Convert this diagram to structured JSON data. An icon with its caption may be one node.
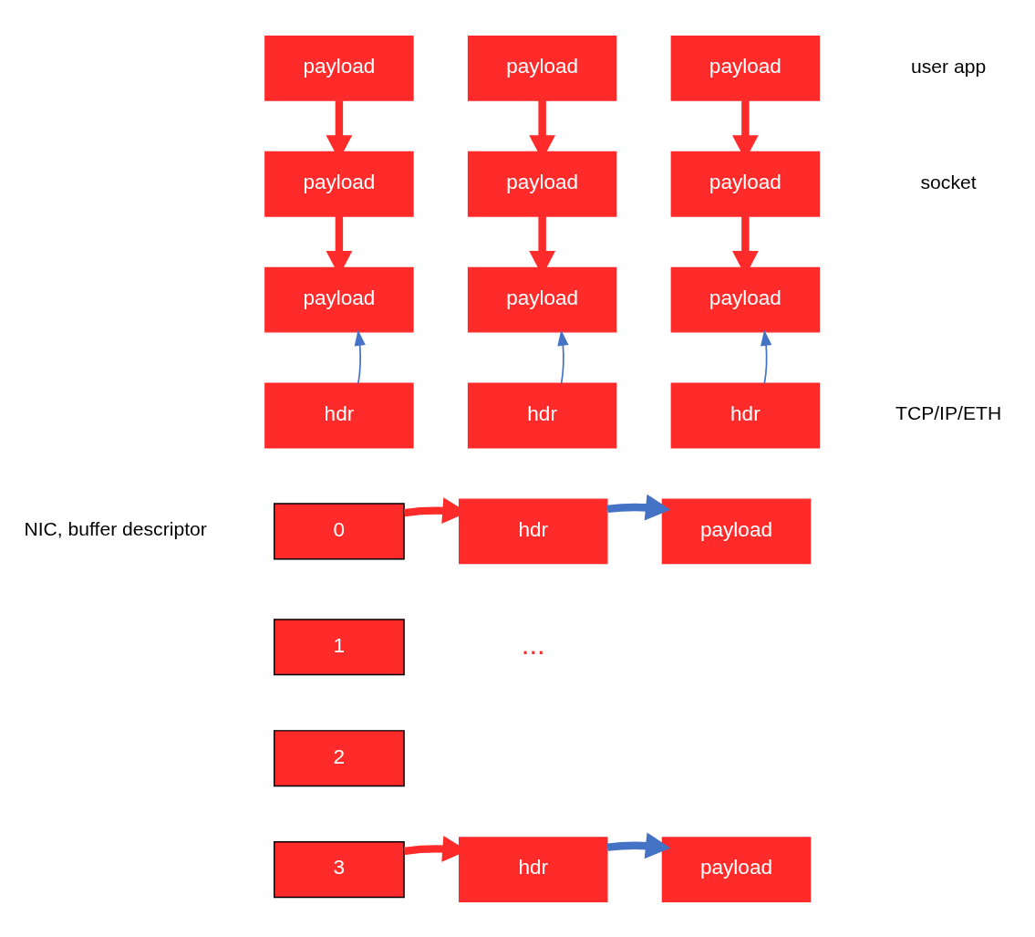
{
  "diagram": {
    "nodes": [
      {
        "text": [
          "payload"
        ]
      },
      {
        "text": [
          "payload"
        ]
      },
      {
        "text": [
          "payload"
        ]
      },
      {
        "text": [
          "payload"
        ]
      },
      {
        "text": [
          "payload"
        ]
      },
      {
        "text": [
          "payload"
        ]
      },
      {
        "text": [
          "payload"
        ]
      },
      {
        "text": [
          "payload"
        ]
      },
      {
        "text": [
          "payload"
        ]
      },
      {
        "text": [
          "hdr"
        ]
      },
      {
        "text": [
          "hdr"
        ]
      },
      {
        "text": [
          "hdr"
        ]
      },
      {
        "text": [
          "0"
        ]
      },
      {
        "text": [
          "1"
        ]
      },
      {
        "text": [
          "2"
        ]
      },
      {
        "text": [
          "3"
        ]
      },
      {
        "text": [
          "hdr"
        ]
      },
      {
        "text": [
          "payload"
        ]
      },
      {
        "text": [
          "hdr"
        ]
      },
      {
        "text": [
          "payload"
        ]
      }
    ],
    "edges": [
      {
        "from": 0,
        "to": 3,
        "arrow": "to"
      },
      {
        "from": 1,
        "to": 4,
        "arrow": "to"
      },
      {
        "from": 2,
        "to": 5,
        "arrow": "to"
      },
      {
        "from": 3,
        "to": 6,
        "arrow": "to"
      },
      {
        "from": 4,
        "to": 7,
        "arrow": "to"
      },
      {
        "from": 5,
        "to": 8,
        "arrow": "to"
      },
      {
        "from": 9,
        "to": 6,
        "arrow": "to",
        "color": "#4472c4"
      },
      {
        "from": 10,
        "to": 7,
        "arrow": "to",
        "color": "#4472c4"
      },
      {
        "from": 11,
        "to": 8,
        "arrow": "to",
        "color": "#4472c4"
      },
      {
        "from": 12,
        "to": 16,
        "arrow": "to"
      },
      {
        "from": 16,
        "to": 17,
        "arrow": "to",
        "color": "#4472c4"
      },
      {
        "from": 15,
        "to": 18,
        "arrow": "to"
      },
      {
        "from": 18,
        "to": 19,
        "arrow": "to",
        "color": "#4472c4"
      }
    ],
    "labels": [
      "user app",
      "socket",
      "TCP/IP/ETH",
      "NIC, buffer descriptor",
      "..."
    ]
  }
}
